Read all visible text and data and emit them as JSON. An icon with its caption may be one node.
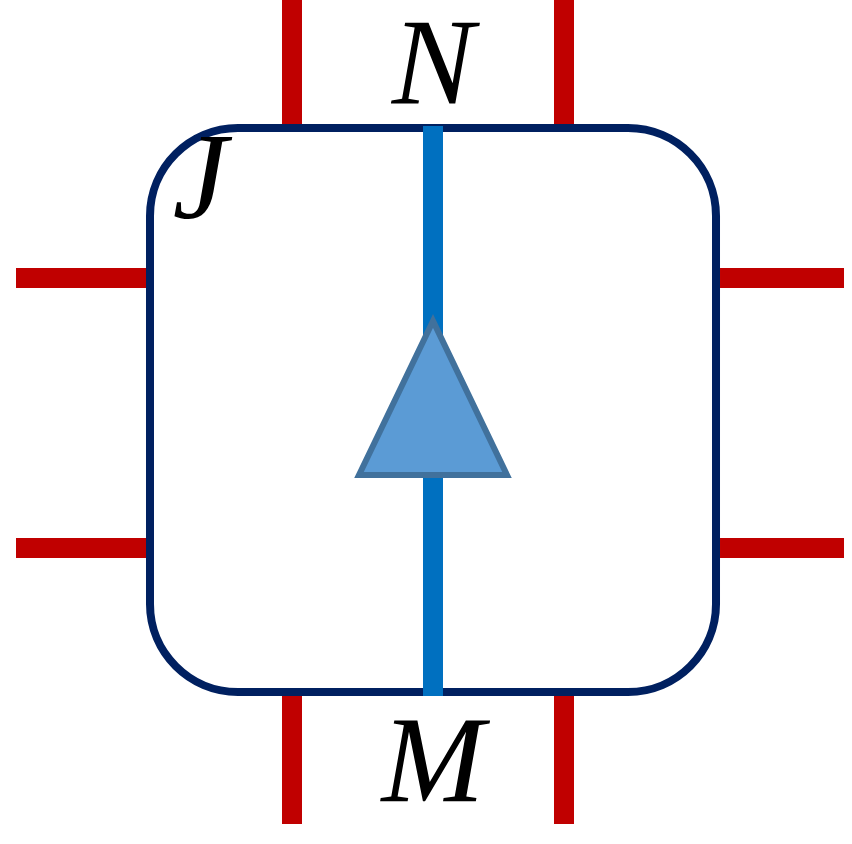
{
  "diagram": {
    "nodes": [
      {
        "text": [
          "J"
        ]
      }
    ],
    "labels": [
      "N",
      "M"
    ]
  }
}
